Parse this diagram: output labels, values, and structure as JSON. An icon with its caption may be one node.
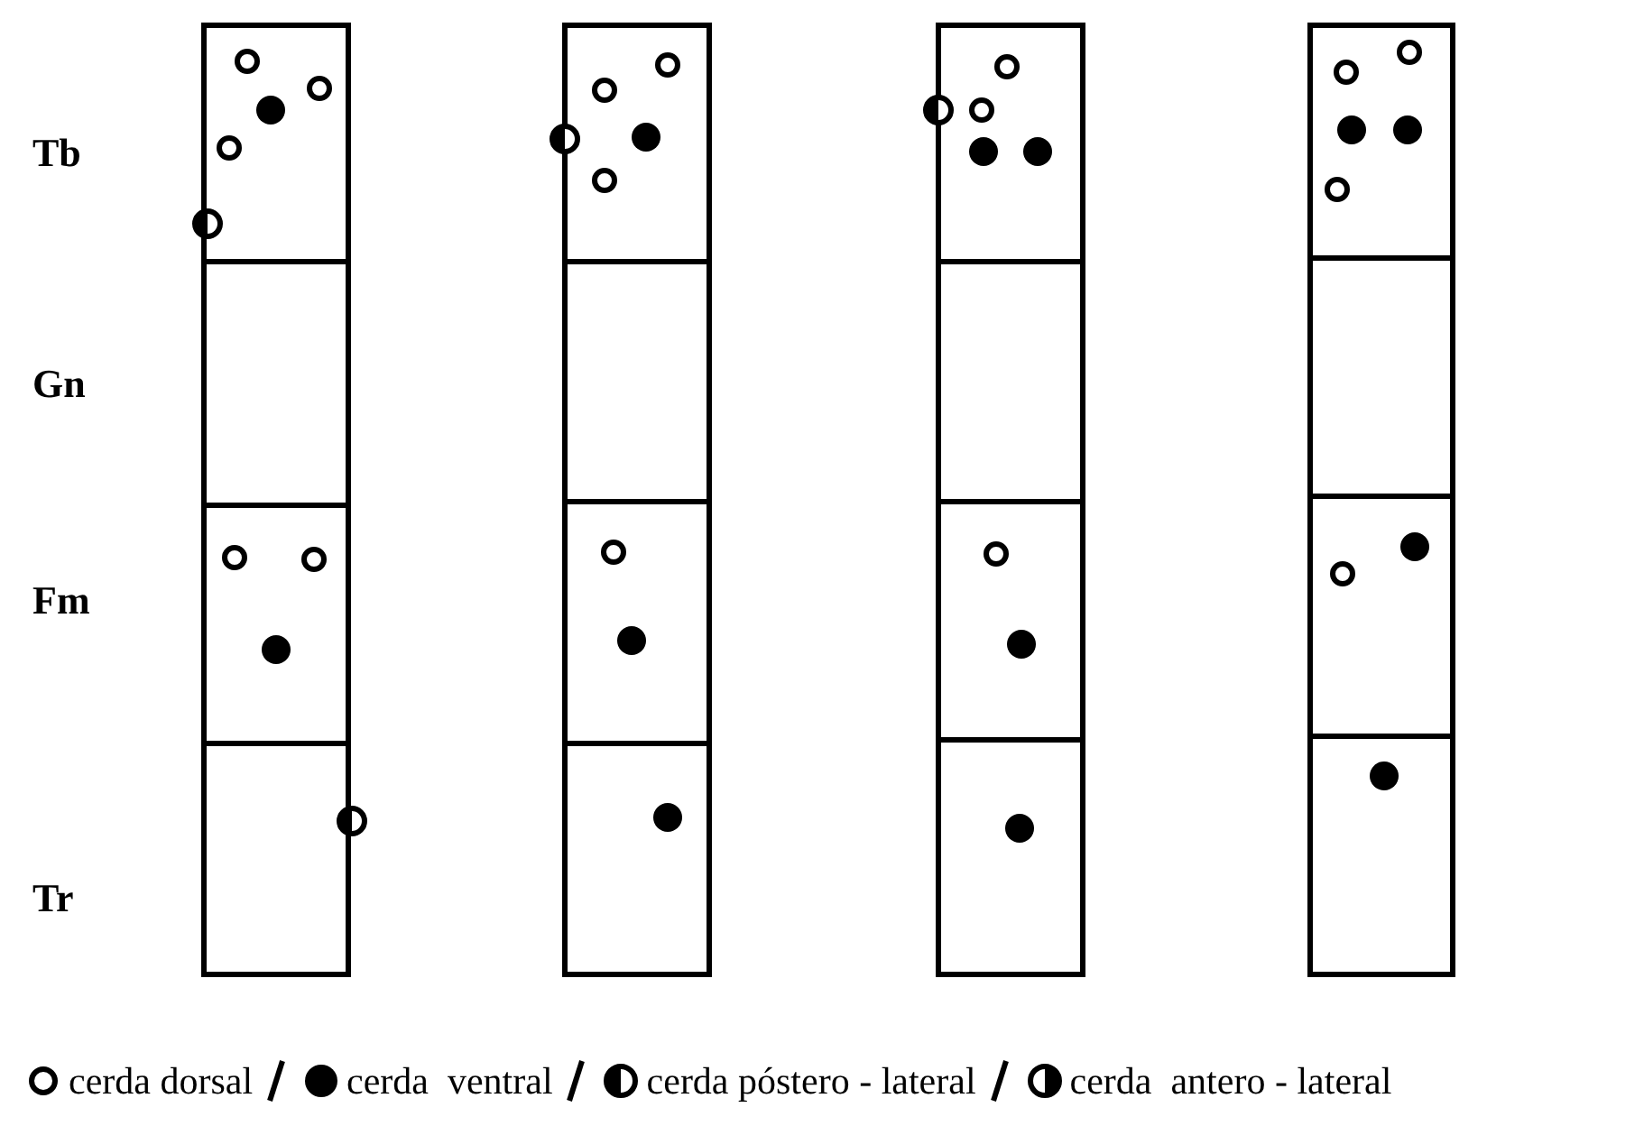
{
  "diagram": {
    "labels": [
      "Tb",
      "Gn",
      "Fm",
      "Tr"
    ],
    "legend": [
      {
        "text": "cerda dorsal"
      },
      {
        "text": "cerda  ventral"
      },
      {
        "text": "cerda póstero - lateral"
      },
      {
        "text": "cerda  antero - lateral"
      }
    ]
  }
}
